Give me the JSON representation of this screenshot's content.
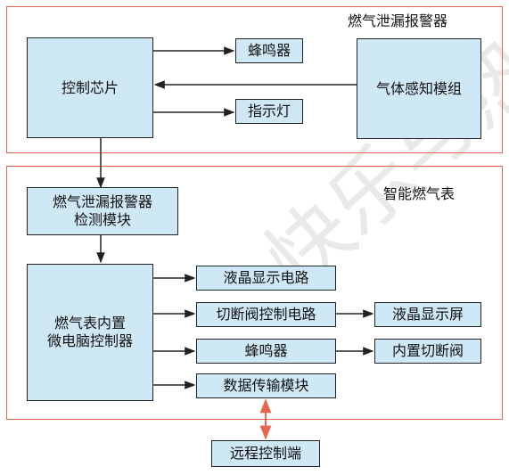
{
  "top_section": {
    "title": "燃气泄漏报警器",
    "control_chip": "控制芯片",
    "buzzer": "蜂鸣器",
    "indicator_light": "指示灯",
    "gas_sensor_module": "气体感知模组"
  },
  "bottom_section": {
    "title": "智能燃气表",
    "detection_module": "燃气泄漏报警器\n检测模块",
    "microcomputer": "燃气表内置\n微电脑控制器",
    "lcd_circuit": "液晶显示电路",
    "shutoff_valve_circuit": "切断阀控制电路",
    "buzzer": "蜂鸣器",
    "data_transmission_module": "数据传输模块",
    "lcd_screen": "液晶显示屏",
    "builtin_shutoff_valve": "内置切断阀"
  },
  "remote_control": "远程控制端",
  "watermark": "快乐与热力",
  "colors": {
    "frame": "#e8664f",
    "box_fill": "#cfe8f6",
    "line": "#222222",
    "remote_arrow": "#e8664f"
  }
}
